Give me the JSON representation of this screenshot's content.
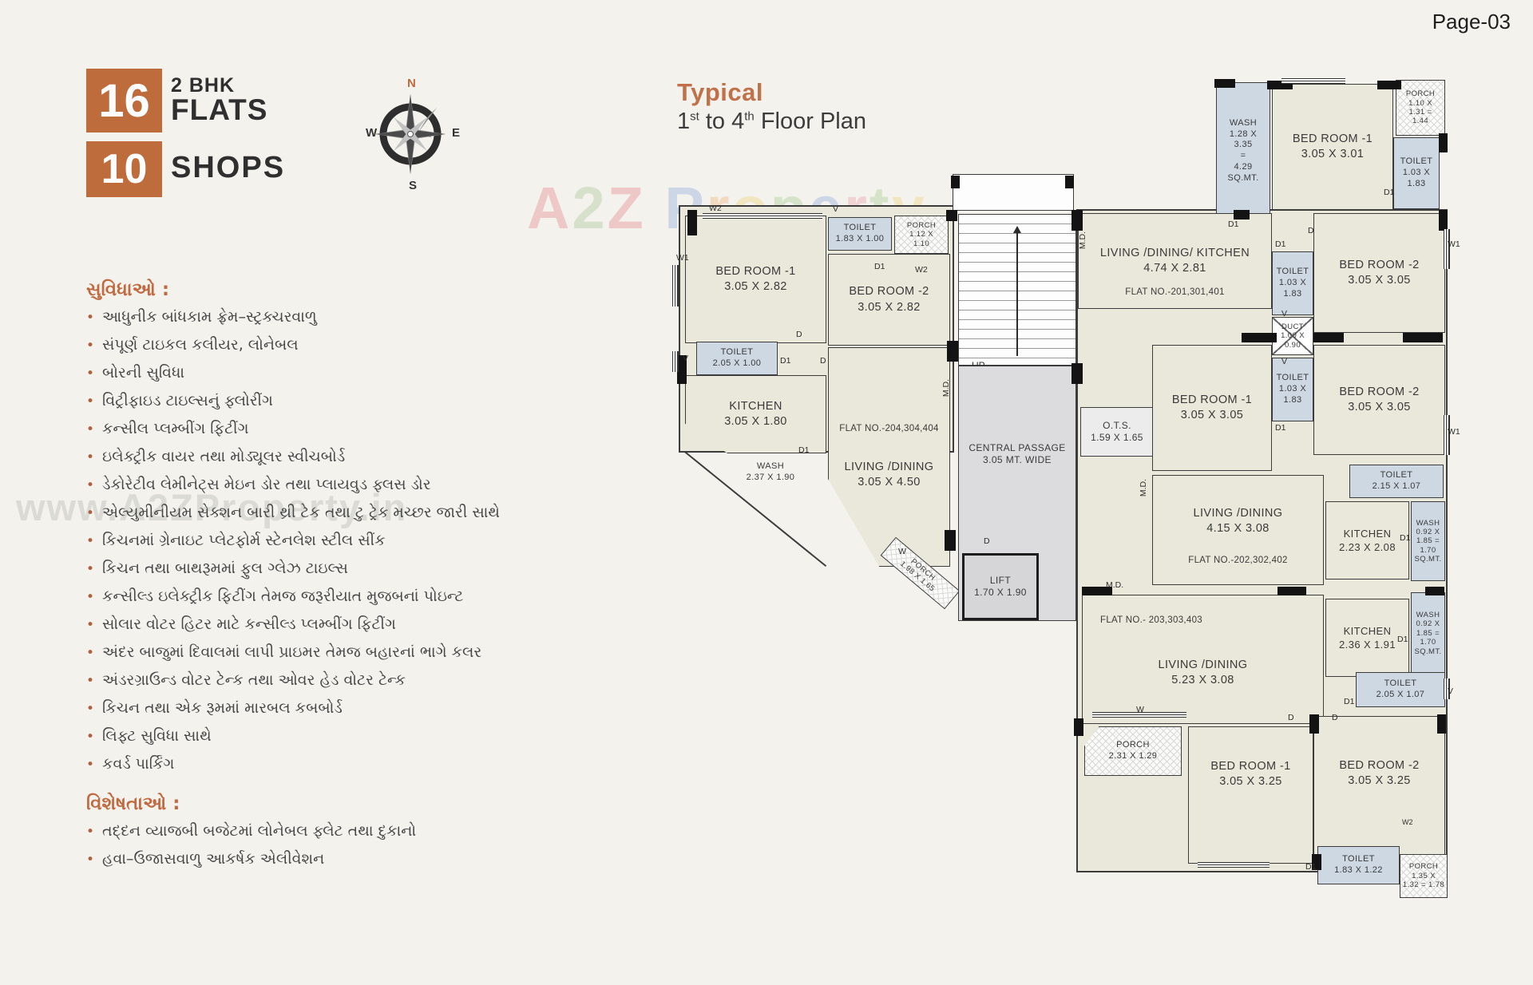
{
  "page": {
    "number": "Page-03"
  },
  "badges": {
    "flats_count": "16",
    "flats_line1": "2 BHK",
    "flats_line2": "FLATS",
    "shops_count": "10",
    "shops_label": "SHOPS"
  },
  "compass": {
    "n": "N",
    "e": "E",
    "s": "S",
    "w": "W"
  },
  "title": {
    "line1": "Typical",
    "p1": "1",
    "sup1": "st",
    "p2": " to 4",
    "sup2": "th",
    "p3": " Floor Plan"
  },
  "watermark": {
    "brand": [
      {
        "t": "A",
        "c": "#eba0a3"
      },
      {
        "t": "2",
        "c": "#bcd0a8"
      },
      {
        "t": "Z",
        "c": "#eba0a3"
      },
      {
        "t": " ",
        "c": "#ffffff"
      },
      {
        "t": "P",
        "c": "#a7bce0"
      },
      {
        "t": "r",
        "c": "#f0c494"
      },
      {
        "t": "o",
        "c": "#f2dc96"
      },
      {
        "t": "p",
        "c": "#b8d6a4"
      },
      {
        "t": "e",
        "c": "#a7bce0"
      },
      {
        "t": "r",
        "c": "#efb3b8"
      },
      {
        "t": "t",
        "c": "#b8d6a4"
      },
      {
        "t": "y",
        "c": "#f2dc96"
      }
    ],
    "url": "www.A2ZProperty.in"
  },
  "amenities": {
    "heading": "સુવિધાઓ :",
    "items": [
      "આધુનીક બાંધકામ ફ્રેમ–સ્ટ્રક્ચરવાળુ",
      "સંપૂર્ણ ટાઇકલ કલીયર, લોનેબલ",
      "બોરની સુવિધા",
      "વિટ્રીફાઇડ ટાઇલ્સનું ફ્લોરીંગ",
      "કન્સીલ પ્લમ્બીંગ ફિટીંગ",
      "ઇલેક્ટ્રીક વાયર તથા મોડ્યૂલર સ્વીચબોર્ડ",
      "ડેકોરેટીવ લેમીનેટ્સ મેઇન ડોર તથા પ્લાયવુડ ફ્લસ ડોર",
      "એલ્યુમીનીયમ સેક્શન બારી થ્રી ટેક તથા ટુ ટ્રેક મચ્છર જારી સાથે",
      "કિચનમાં ગ્રેનાઇટ પ્લેટફોર્મ સ્ટેનલેશ સ્ટીલ સીંક",
      "કિચન તથા બાથરૂમમાં ફુલ ગ્લેઝ ટાઇલ્સ",
      "કન્સીલ્ડ ઇલેક્ટ્રીક ફિટીંગ તેમજ જરૂરીયાત મુજબનાં પોઇન્ટ",
      "સોલાર વોટર હિટર માટે કન્સીલ્ડ પ્લમ્બીંગ ફિટીંગ",
      "અંદર બાજુમાં દિવાલમાં લાપી પ્રાઇમર તેમજ બહારનાં ભાગે કલર",
      "અંડરગ્રાઉન્ડ વોટર ટેન્ક તથા ઓવર હેડ વોટર ટેન્ક",
      "કિચન તથા એક રૂમમાં મારબલ કબબોર્ડ",
      "લિફ્ટ સુવિધા સાથે",
      "કવર્ડ પાર્કિંગ"
    ]
  },
  "features": {
    "heading": "વિશેષતાઓ :",
    "items": [
      "તદ્દન વ્યાજબી બજેટમાં લોનેબલ ફ્લેટ તથા દુકાનો",
      "હવા–ઉજાસવાળુ આકર્ષક એલીવેશન"
    ]
  },
  "plan": {
    "marks": {
      "up": "UP",
      "md": "M.D.",
      "d": "D",
      "d1": "D1",
      "v": "V",
      "w": "W",
      "w1": "W1",
      "w2": "W2"
    },
    "core": {
      "passage": "CENTRAL PASSAGE\n3.05 MT. WIDE",
      "lift": "LIFT\n1.70 X 1.90",
      "ots": "O.T.S.\n1.59 X 1.65"
    },
    "flat204": {
      "flat_no": "FLAT NO.-204,304,404",
      "bedroom1": "BED ROOM -1\n3.05 X 2.82",
      "toilet1": "TOILET\n1.83 X 1.00",
      "porch1": "PORCH\n1.12 X\n1.10",
      "bedroom2": "BED ROOM -2\n3.05 X 2.82",
      "toilet2": "TOILET\n2.05 X 1.00",
      "kitchen": "KITCHEN\n3.05 X 1.80",
      "wash": "WASH\n2.37 X 1.90",
      "living": "LIVING /DINING\n3.05 X 4.50",
      "porch2": "PORCH\n1.98 X 1.65"
    },
    "flat201": {
      "flat_no": "FLAT NO.-201,301,401",
      "wash": "WASH\n1.28 X\n3.35\n=\n4.29\nSQ.MT.",
      "bedroom1": "BED ROOM -1\n3.05 X 3.01",
      "porch": "PORCH\n1.10 X\n1.31 =\n1.44",
      "toilet1": "TOILET\n1.03 X\n1.83",
      "ldk": "LIVING /DINING/ KITCHEN\n4.74 X 2.81",
      "toilet2": "TOILET\n1.03 X\n1.83",
      "bedroom2": "BED ROOM -2\n3.05 X 3.05",
      "duct": "DUCT\n1.00 X\n0.90"
    },
    "flat202": {
      "flat_no": "FLAT NO.-202,302,402",
      "bedroom1": "BED ROOM -1\n3.05 X 3.05",
      "toilet1": "TOILET\n1.03 X\n1.83",
      "bedroom2": "BED ROOM -2\n3.05 X 3.05",
      "toilet2": "TOILET\n2.15 X 1.07",
      "living": "LIVING /DINING\n4.15 X 3.08",
      "kitchen": "KITCHEN\n2.23 X 2.08",
      "wash": "WASH\n0.92 X\n1.85 =\n1.70\nSQ.MT."
    },
    "flat203": {
      "flat_no": "FLAT NO.- 203,303,403",
      "living": "LIVING /DINING\n5.23 X 3.08",
      "kitchen": "KITCHEN\n2.36 X 1.91",
      "wash": "WASH\n0.92 X\n1.85 =\n1.70\nSQ.MT.",
      "toilet1": "TOILET\n2.05 X 1.07",
      "porch1": "PORCH\n2.31 X 1.29",
      "bedroom1": "BED ROOM -1\n3.05 X 3.25",
      "bedroom2": "BED ROOM -2\n3.05 X 3.25",
      "toilet2": "TOILET\n1.83 X 1.22",
      "porch2": "PORCH\n1.35 X\n1.32 = 1.78"
    }
  },
  "colors": {
    "accent": "#bf6c3d",
    "heading": "#c06a42",
    "room_fill": "#eae8da",
    "wet_fill": "#cdd8e3",
    "core_fill": "#dcdcde",
    "wall": "#3c3c3c"
  }
}
